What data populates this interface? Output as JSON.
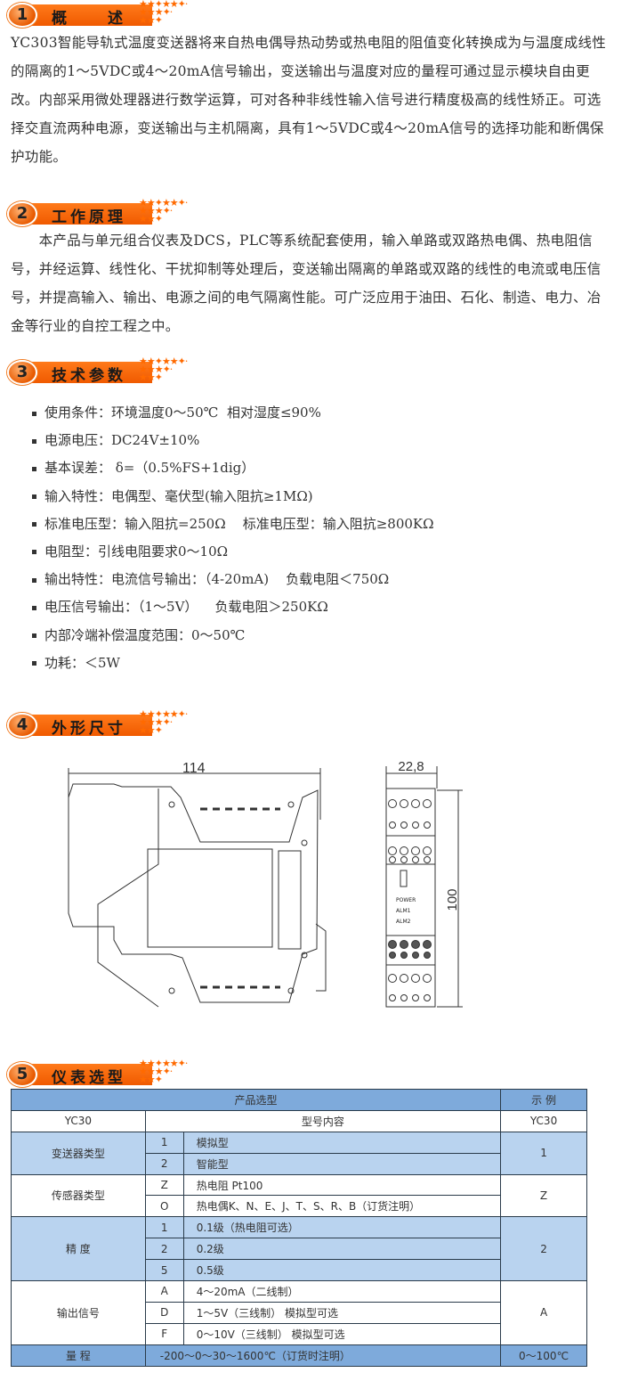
{
  "sections": [
    {
      "num": "1",
      "title": "概　　述"
    },
    {
      "num": "2",
      "title": "工作原理"
    },
    {
      "num": "3",
      "title": "技术参数"
    },
    {
      "num": "4",
      "title": "外形尺寸"
    },
    {
      "num": "5",
      "title": "仪表选型"
    }
  ],
  "overview": "  YC303智能导轨式温度变送器将来自热电偶导热动势或热电阻的阻值变化转换成为与温度成线性的隔离的1～5VDC或4～20mA信号输出，变送输出与温度对应的量程可通过显示模块自由更改。内部采用微处理器进行数学运算，可对各种非线性输入信号进行精度极高的线性矫正。可选择交直流两种电源，变送输出与主机隔离，具有1～5VDC或4～20mA信号的选择功能和断偶保护功能。",
  "principle": "　　本产品与单元组合仪表及DCS，PLC等系统配套使用，输入单路或双路热电偶、热电阻信号，并经运算、线性化、干扰抑制等处理后，变送输出隔离的单路或双路的线性的电流或电压信号，并提高输入、输出、电源之间的电气隔离性能。可广泛应用于油田、石化、制造、电力、冶金等行业的自控工程之中。",
  "params": [
    "使用条件：环境温度0～50℃  相对湿度≤90%",
    "电源电压：DC24V±10%",
    "基本误差： δ=（0.5%FS+1dig）",
    "输入特性：电偶型、毫伏型(输入阻抗≥1MΩ)",
    "标准电压型：输入阻抗=250Ω    标准电压型：输入阻抗≥800KΩ",
    "电阻型：引线电阻要求0～10Ω",
    "输出特性：电流信号输出：（4-20mA)    负载电阻＜750Ω",
    "电压信号输出：（1～5V）    负载电阻＞250KΩ",
    "内部冷端补偿温度范围：0～50℃",
    "功耗：＜5W"
  ],
  "dimensions": {
    "width": "114",
    "depth": "22,8",
    "height": "100",
    "leds": [
      "POWER",
      "ALM1",
      "ALM2"
    ]
  },
  "table": {
    "head": "产品选型",
    "head_example": "示 例",
    "model": "YC30",
    "model_content": "型号内容",
    "model_example": "YC30",
    "groups": [
      {
        "label": "变送器类型",
        "example": "1",
        "rows": [
          [
            "1",
            "模拟型"
          ],
          [
            "2",
            "智能型"
          ]
        ]
      },
      {
        "label": "传感器类型",
        "example": "Z",
        "rows": [
          [
            "Z",
            "热电阻 Pt100"
          ],
          [
            "O",
            "热电偶K、N、E、J、T、S、R、B（订货注明）"
          ]
        ]
      },
      {
        "label": "精 度",
        "example": "2",
        "rows": [
          [
            "1",
            "0.1级（热电阻可选）"
          ],
          [
            "2",
            "0.2级"
          ],
          [
            "5",
            "0.5级"
          ]
        ]
      },
      {
        "label": "输出信号",
        "example": "A",
        "rows": [
          [
            "A",
            "4～20mA（二线制）"
          ],
          [
            "D",
            "1～5V（三线制）   模拟型可选"
          ],
          [
            "F",
            "0～10V（三线制）   模拟型可选"
          ]
        ]
      }
    ],
    "range_label": "量 程",
    "range_value": "-200～0～30～1600℃（订货时注明）",
    "range_example": "0～100℃"
  },
  "colors": {
    "accent": "#f05a00",
    "table_header": "#7eaadb",
    "table_band": "#b9d3ef"
  }
}
